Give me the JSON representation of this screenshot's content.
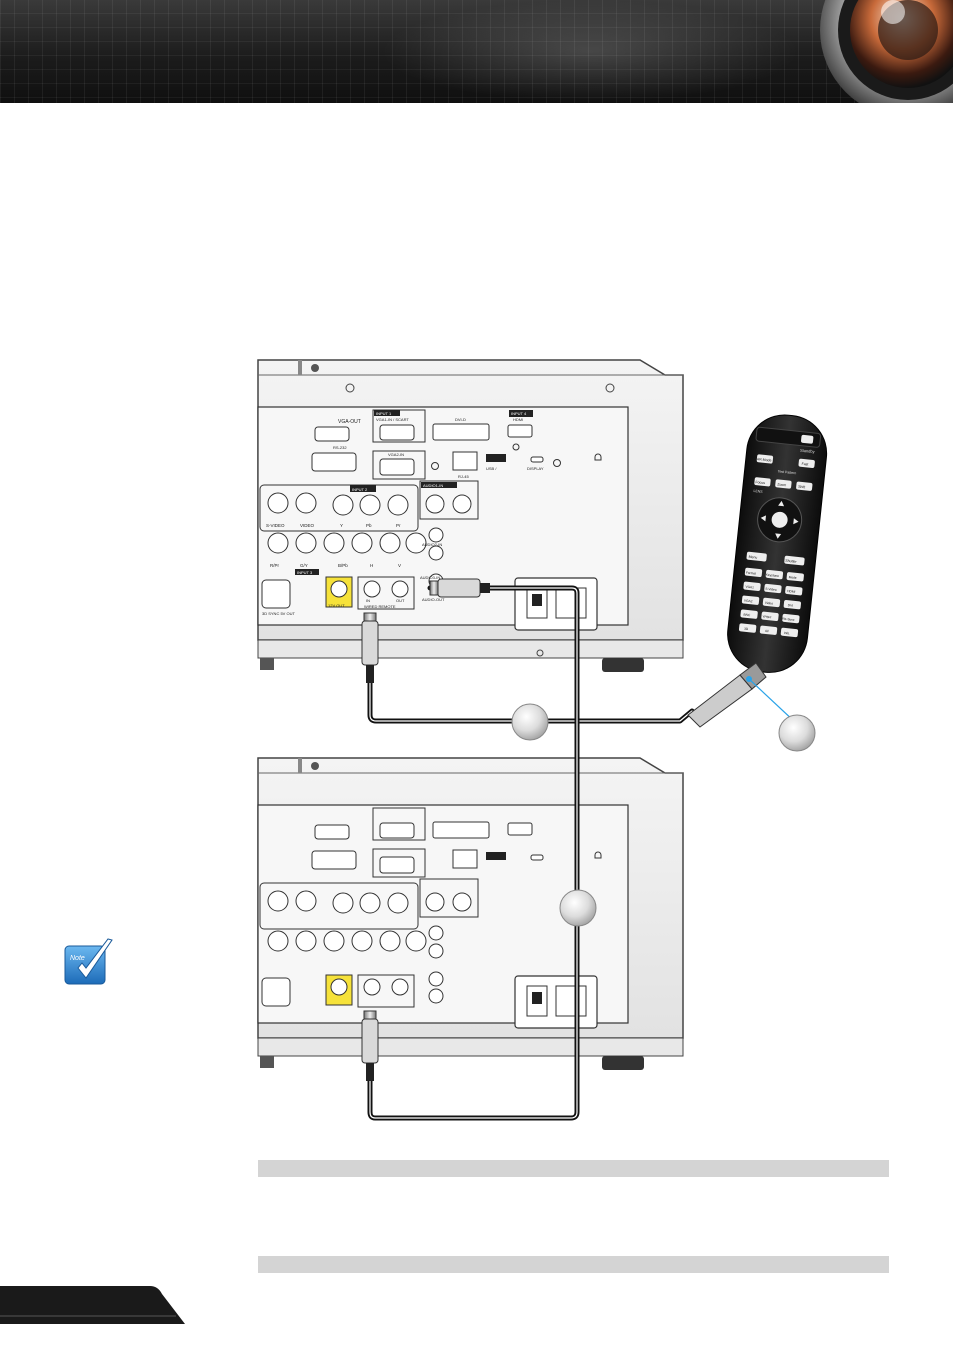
{
  "header": {
    "brand_icon": "projector-lens-icon"
  },
  "note": {
    "icon": "note-checkmark-icon",
    "label": "Note"
  },
  "diagram": {
    "callout_1": "",
    "callout_2": "",
    "callout_3": "",
    "projector_labels": {
      "vga_out": "VGA-OUT",
      "input1": "INPUT 1",
      "vga_scart": "VGA1-IN / SCART",
      "dvi_d": "DVI-D",
      "input4": "INPUT 4",
      "hdmi": "HDMI",
      "rs232": "RS-232",
      "vga2_in": "VGA2-IN",
      "rj45": "RJ-45",
      "usb": "USB / ",
      "display": "DISPLAY",
      "audio1_in": "AUDIO1-IN",
      "input2": "INPUT 2",
      "s_video": "S-VIDEO",
      "video": "VIDEO",
      "y": "Y",
      "pb": "Pb",
      "pr": "Pr",
      "audio2_in": "AUDIO2-IN",
      "r_pr": "R/Pr",
      "g_y": "G/Y",
      "input3": "INPUT 3",
      "b_pb": "B/Pb",
      "h": "H",
      "v": "V",
      "audio3_in": "AUDIO3-IN",
      "dc_out": "3D SYNC 5V OUT",
      "out_12v": "12V OUT",
      "in": "IN",
      "out": "OUT",
      "wired_remote": "WIRED REMOTE",
      "audio_out": "AUDIO-OUT"
    },
    "remote_labels": {
      "standby": "Standby",
      "ar_mode": "AR Mode",
      "test_pattern": "Test Pattern",
      "fast": "Fast",
      "focus": "Focus",
      "zoom": "Zoom",
      "shift": "Shift",
      "lens": "LENS",
      "menu": "Menu",
      "shutter": "Shutter",
      "format": "Format",
      "keystone": "Keystone",
      "mode": "Mode",
      "vga1": "VGA1",
      "s_video": "S-Video",
      "hdmi": "HDMI",
      "vga2": "VGA2",
      "video": "Video",
      "dvi": "DVI",
      "bnc": "BNC",
      "ypbpr": "YPbPr",
      "re_sync": "Re-Sync",
      "three_d": "3D",
      "all": "All",
      "info": "Info."
    }
  }
}
